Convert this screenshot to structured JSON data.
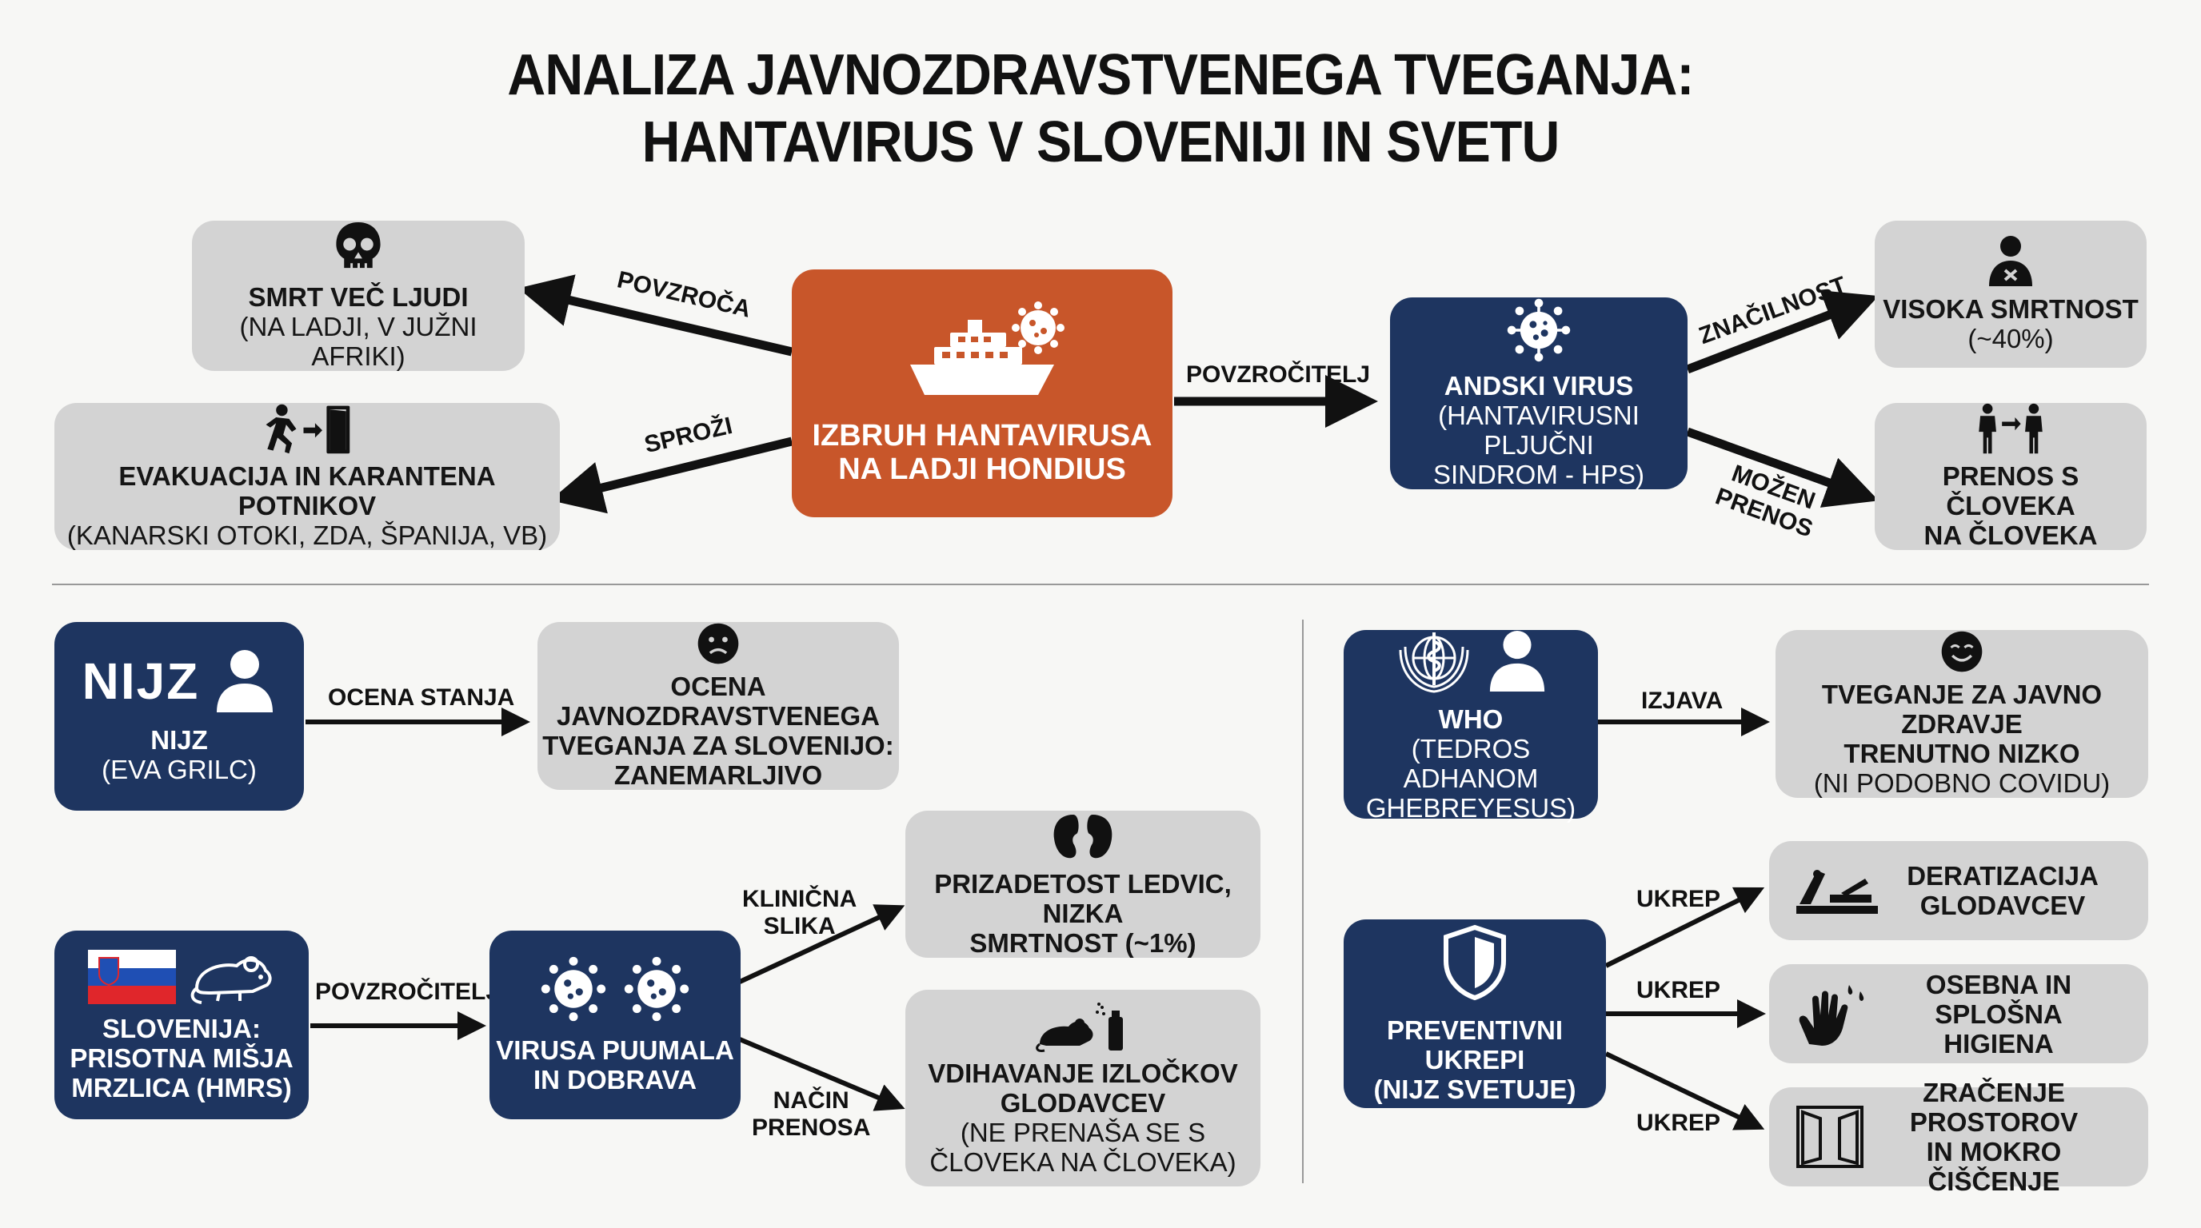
{
  "title": {
    "line1": "ANALIZA JAVNOZDRAVSTVENEGA TVEGANJA:",
    "line2": "HANTAVIRUS V SLOVENIJI IN SVETU"
  },
  "top": {
    "center": {
      "line1": "IZBRUH HANTAVIRUSA",
      "line2": "NA LADJI HONDIUS"
    },
    "death": {
      "title": "SMRT VEČ LJUDI",
      "sub": "(NA LADJI, V JUŽNI AFRIKI)"
    },
    "evac": {
      "title": "EVAKUACIJA IN KARANTENA POTNIKOV",
      "sub": "(KANARSKI OTOKI, ZDA, ŠPANIJA, VB)"
    },
    "andes": {
      "title": "ANDSKI VIRUS",
      "sub1": "(HANTAVIRUSNI PLJUČNI",
      "sub2": "SINDROM - HPS)"
    },
    "mortality": {
      "title": "VISOKA SMRTNOST",
      "sub": "(~40%)"
    },
    "transmission": {
      "line1": "PRENOS S ČLOVEKA",
      "line2": "NA ČLOVEKA"
    },
    "labels": {
      "causes": "POVZROČA",
      "triggers": "SPROŽI",
      "causative": "POVZROČITELJ",
      "feature": "ZNAČILNOST",
      "possible1": "MOŽEN",
      "possible2": "PRENOS"
    }
  },
  "bottom_left": {
    "nijz": {
      "logo": "NIJZ",
      "name": "NIJZ",
      "person": "(EVA GRILC)"
    },
    "assess_label": "OCENA STANJA",
    "assessment": {
      "line1": "OCENA JAVNOZDRAVSTVENEGA",
      "line2": "TVEGANJA ZA SLOVENIJO:",
      "line3": "ZANEMARLJIVO"
    },
    "slovenia": {
      "line1": "SLOVENIJA:",
      "line2": "PRISOTNA MIŠJA",
      "line3": "MRZLICA (HMRS)"
    },
    "causatives_label": "POVZROČITELJI",
    "viruses": {
      "line1": "VIRUSA PUUMALA",
      "line2": "IN DOBRAVA"
    },
    "clinical_label": {
      "line1": "KLINIČNA",
      "line2": "SLIKA"
    },
    "kidney": {
      "line1": "PRIZADETOST LEDVIC, NIZKA",
      "line2": "SMRTNOST (~1%)"
    },
    "mode_label": {
      "line1": "NAČIN",
      "line2": "PRENOSA"
    },
    "inhale": {
      "line1": "VDIHAVANJE IZLOČKOV",
      "line2": "GLODAVCEV",
      "sub1": "(NE PRENAŠA SE S",
      "sub2": "ČLOVEKA NA ČLOVEKA)"
    }
  },
  "bottom_right": {
    "who": {
      "name": "WHO",
      "sub1": "(TEDROS ADHANOM",
      "sub2": "GHEBREYESUS)"
    },
    "statement_label": "IZJAVA",
    "risk": {
      "line1": "TVEGANJE ZA JAVNO ZDRAVJE",
      "line2": "TRENUTNO NIZKO",
      "sub": "(NI PODOBNO COVIDU)"
    },
    "prevent": {
      "line1": "PREVENTIVNI UKREPI",
      "line2": "(NIJZ SVETUJE)"
    },
    "measure_label": "UKREP",
    "measures": [
      {
        "line1": "DERATIZACIJA",
        "line2": "GLODAVCEV"
      },
      {
        "line1": "OSEBNA IN SPLOŠNA",
        "line2": "HIGIENA"
      },
      {
        "line1": "ZRAČENJE PROSTOROV",
        "line2": "IN MOKRO ČIŠČENJE"
      }
    ]
  }
}
